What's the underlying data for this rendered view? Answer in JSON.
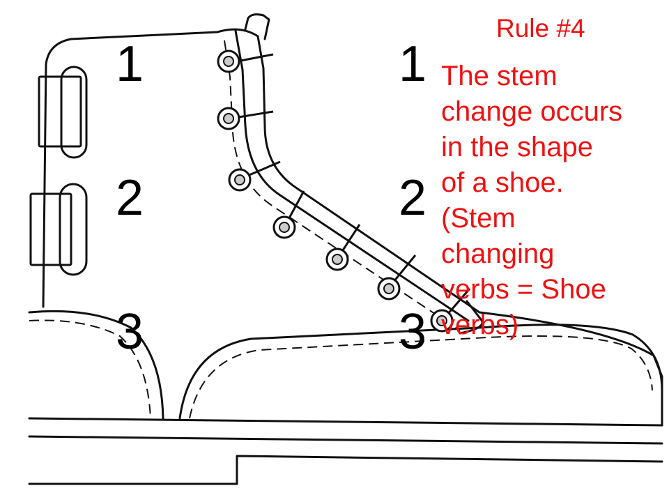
{
  "accent_color": "#ee1111",
  "icons": [
    "boot-illustration"
  ],
  "numbers": {
    "left": [
      "1",
      "2",
      "3"
    ],
    "right": [
      "1",
      "2",
      "3"
    ]
  },
  "rule": {
    "title": "Rule #4",
    "lines": [
      "The stem",
      "change occurs",
      "in the shape",
      "of a shoe.",
      "(Stem",
      "changing",
      "verbs = Shoe",
      "verbs)"
    ]
  }
}
